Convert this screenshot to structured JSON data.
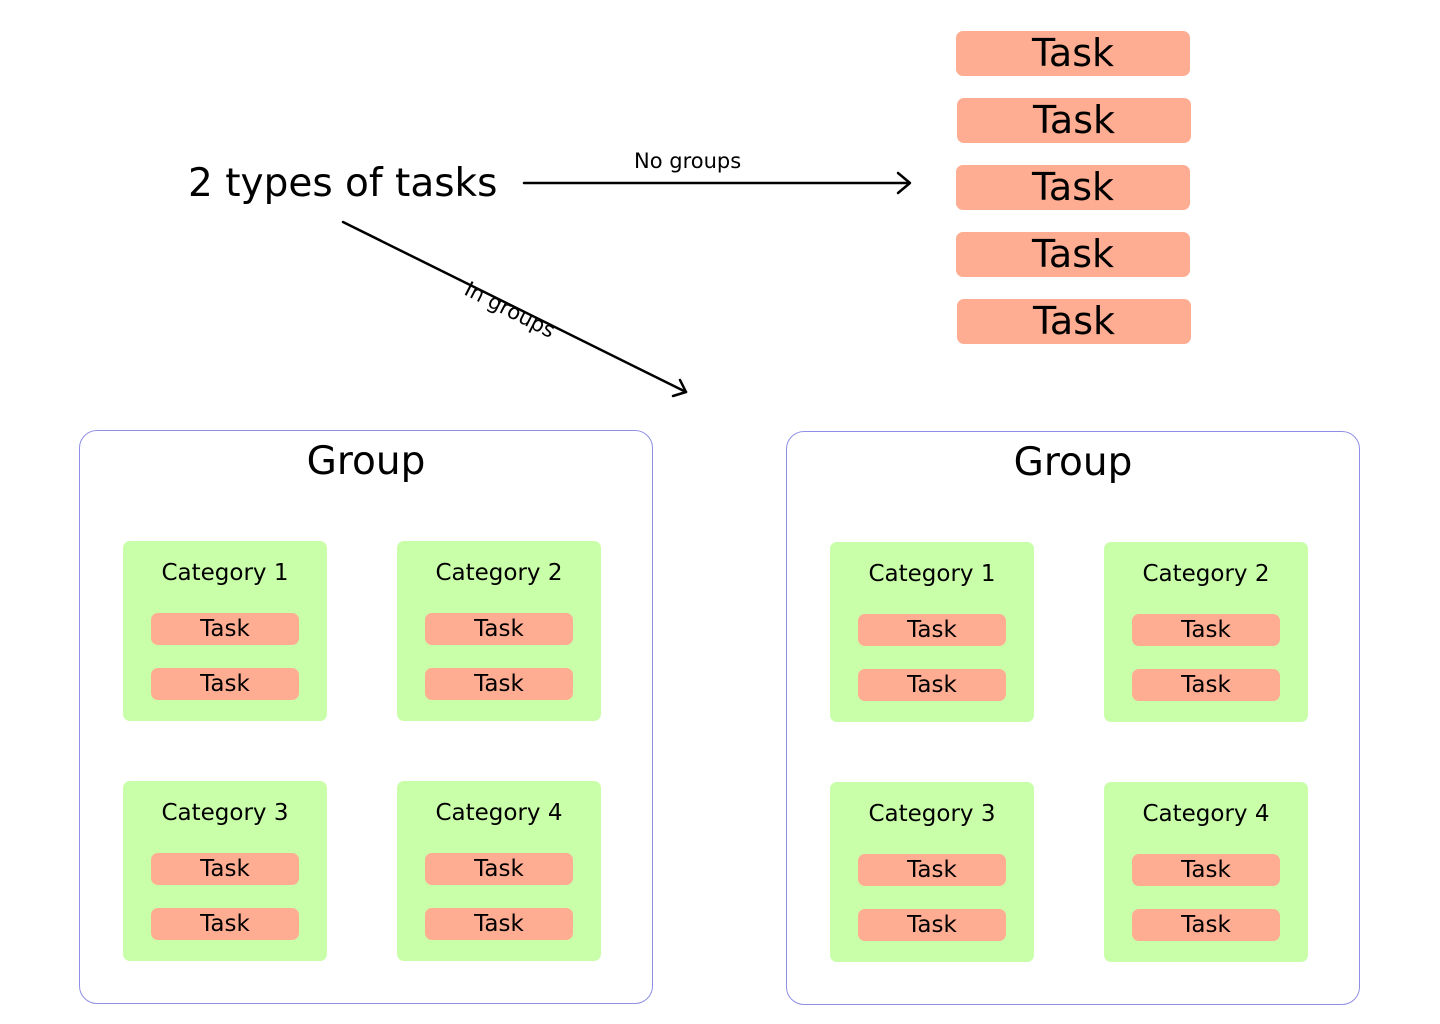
{
  "root_label": "2 types of tasks",
  "edges": {
    "no_groups": "No groups",
    "in_groups": "In groups"
  },
  "flat_tasks": [
    "Task",
    "Task",
    "Task",
    "Task",
    "Task"
  ],
  "groups": [
    {
      "title": "Group",
      "categories": [
        {
          "title": "Category 1",
          "tasks": [
            "Task",
            "Task"
          ]
        },
        {
          "title": "Category 2",
          "tasks": [
            "Task",
            "Task"
          ]
        },
        {
          "title": "Category 3",
          "tasks": [
            "Task",
            "Task"
          ]
        },
        {
          "title": "Category 4",
          "tasks": [
            "Task",
            "Task"
          ]
        }
      ]
    },
    {
      "title": "Group",
      "categories": [
        {
          "title": "Category 1",
          "tasks": [
            "Task",
            "Task"
          ]
        },
        {
          "title": "Category 2",
          "tasks": [
            "Task",
            "Task"
          ]
        },
        {
          "title": "Category 3",
          "tasks": [
            "Task",
            "Task"
          ]
        },
        {
          "title": "Category 4",
          "tasks": [
            "Task",
            "Task"
          ]
        }
      ]
    }
  ],
  "colors": {
    "task_fill": "#ffad92",
    "category_fill": "#c9ffa9",
    "group_border": "#8f8fe6",
    "line": "#000000"
  }
}
